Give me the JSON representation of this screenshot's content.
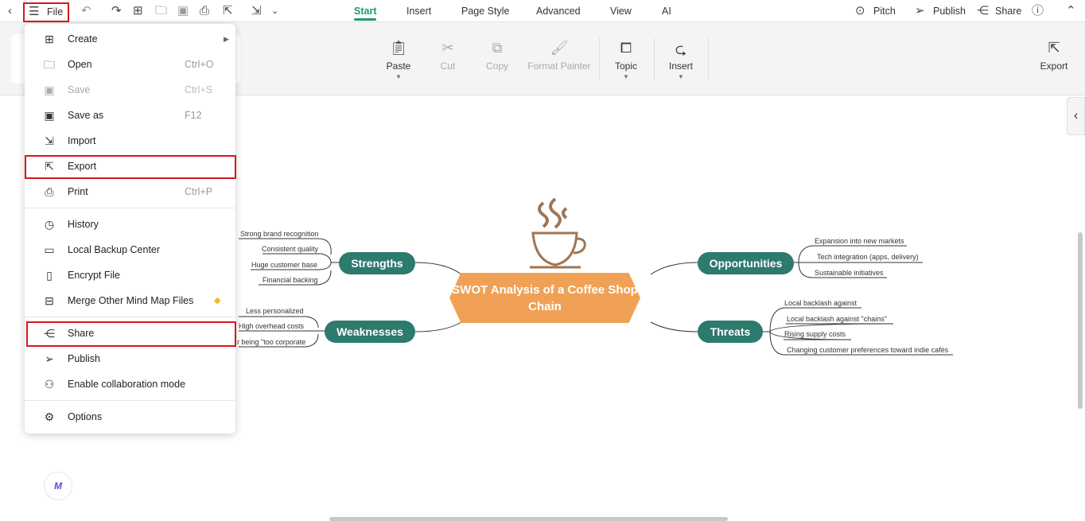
{
  "topbar": {
    "file_label": "File",
    "tabs": [
      "Start",
      "Insert",
      "Page Style",
      "Advanced",
      "View",
      "AI"
    ],
    "active_tab": "Start",
    "pitch": "Pitch",
    "publish": "Publish",
    "share": "Share"
  },
  "ribbon": {
    "paste": "Paste",
    "cut": "Cut",
    "copy": "Copy",
    "format_painter": "Format Painter",
    "topic": "Topic",
    "insert": "Insert",
    "export": "Export"
  },
  "menu": {
    "items": [
      {
        "label": "Create",
        "shortcut": ""
      },
      {
        "label": "Open",
        "shortcut": "Ctrl+O"
      },
      {
        "label": "Save",
        "shortcut": "Ctrl+S"
      },
      {
        "label": "Save as",
        "shortcut": "F12"
      },
      {
        "label": "Import",
        "shortcut": ""
      },
      {
        "label": "Export",
        "shortcut": ""
      },
      {
        "label": "Print",
        "shortcut": "Ctrl+P"
      },
      {
        "label": "History",
        "shortcut": ""
      },
      {
        "label": "Local Backup Center",
        "shortcut": ""
      },
      {
        "label": "Encrypt File",
        "shortcut": ""
      },
      {
        "label": "Merge Other Mind Map Files",
        "shortcut": ""
      },
      {
        "label": "Share",
        "shortcut": ""
      },
      {
        "label": "Publish",
        "shortcut": ""
      },
      {
        "label": "Enable collaboration mode",
        "shortcut": ""
      },
      {
        "label": "Options",
        "shortcut": ""
      }
    ]
  },
  "mindmap": {
    "center": "SWOT Analysis of a Coffee Shop Chain",
    "strengths": {
      "label": "Strengths",
      "items": [
        "Strong brand recognition",
        "Consistent quality",
        "Huge customer base",
        "Financial backing"
      ]
    },
    "weaknesses": {
      "label": "Weaknesses",
      "items": [
        "Less personalized",
        "High overhead costs",
        "r being \"too corporate"
      ]
    },
    "opportunities": {
      "label": "Opportunities",
      "items": [
        "Expansion into new markets",
        "Tech integration (apps, delivery)",
        "Sustainable initiatives"
      ]
    },
    "threats": {
      "label": "Threats",
      "items": [
        "Local backlash against",
        "Local backlash against \"chains\"",
        "Rising supply costs",
        "Changing customer preferences toward indie cafés"
      ]
    }
  },
  "colors": {
    "accent": "#1f9a6d",
    "node": "#2d7a6f",
    "center": "#f0a155",
    "highlight": "#d9161c"
  }
}
